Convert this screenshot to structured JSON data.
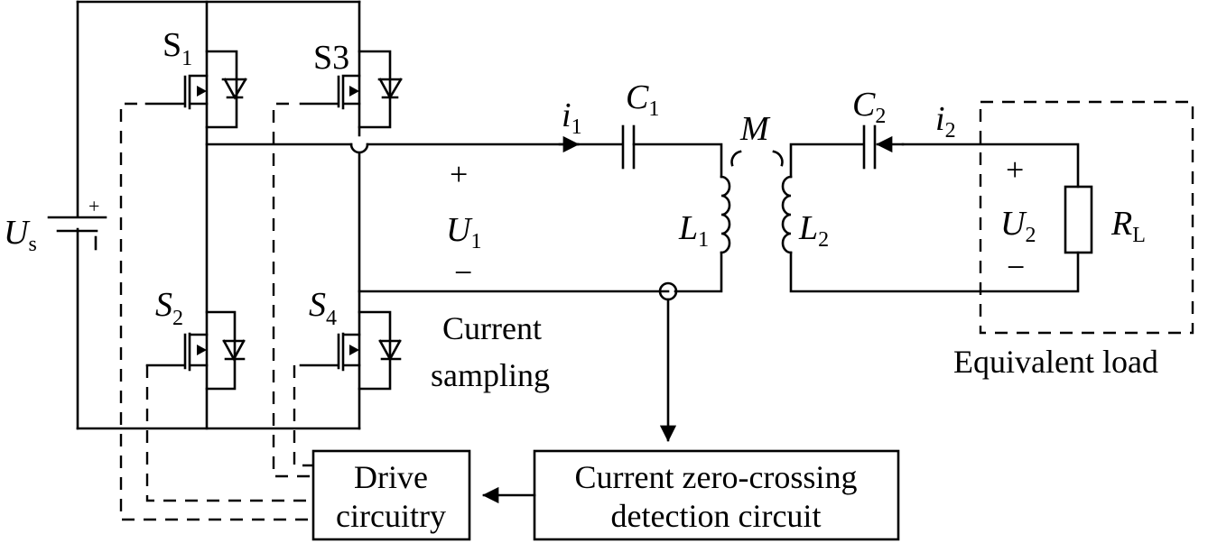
{
  "diagram": {
    "title": "Full-bridge inverter with series-series compensated wireless power transfer and current zero-crossing detection",
    "source": {
      "symbol": "U",
      "subscript": "s",
      "plus": "+",
      "minus": "-"
    },
    "switches": [
      {
        "symbol": "S",
        "subscript": "1"
      },
      {
        "symbol": "S3",
        "subscript": ""
      },
      {
        "symbol": "S",
        "subscript": "2"
      },
      {
        "symbol": "S",
        "subscript": "4"
      }
    ],
    "primary": {
      "current": {
        "symbol": "i",
        "subscript": "1"
      },
      "capacitor": {
        "symbol": "C",
        "subscript": "1"
      },
      "inductor": {
        "symbol": "L",
        "subscript": "1"
      },
      "voltage": {
        "symbol": "U",
        "subscript": "1",
        "plus": "+",
        "minus": "−"
      }
    },
    "mutual": {
      "symbol": "M"
    },
    "secondary": {
      "current": {
        "symbol": "i",
        "subscript": "2"
      },
      "capacitor": {
        "symbol": "C",
        "subscript": "2"
      },
      "inductor": {
        "symbol": "L",
        "subscript": "2"
      },
      "voltage": {
        "symbol": "U",
        "subscript": "2",
        "plus": "+",
        "minus": "−"
      },
      "load": {
        "symbol": "R",
        "subscript": "L"
      }
    },
    "labels": {
      "current_sampling_line1": "Current",
      "current_sampling_line2": "sampling",
      "equivalent_load": "Equivalent load"
    },
    "blocks": {
      "drive_line1": "Drive",
      "drive_line2": "circuitry",
      "zcd_line1": "Current zero-crossing",
      "zcd_line2": "detection circuit"
    }
  }
}
